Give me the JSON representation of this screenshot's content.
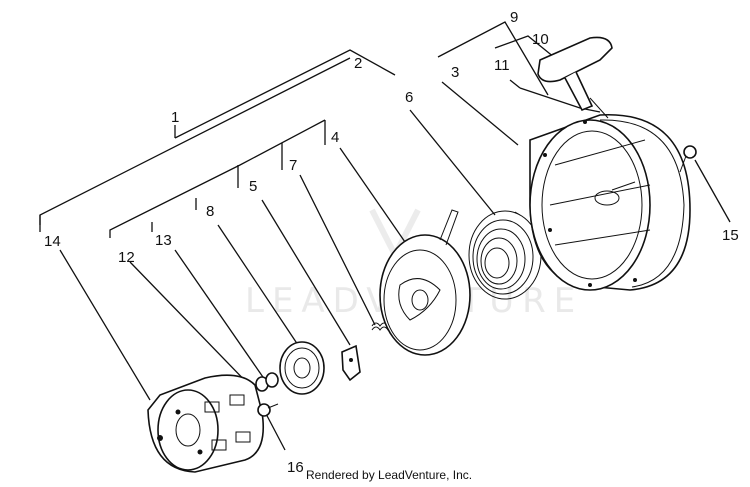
{
  "diagram": {
    "callouts": {
      "c1": "1",
      "c2": "2",
      "c3": "3",
      "c4": "4",
      "c5": "5",
      "c6": "6",
      "c7": "7",
      "c8": "8",
      "c9": "9",
      "c10": "10",
      "c11": "11",
      "c12": "12",
      "c13": "13",
      "c14": "14",
      "c15": "15",
      "c16": "16"
    },
    "watermark": "LEADVENTURE",
    "credit": "Rendered by LeadVenture, Inc."
  }
}
